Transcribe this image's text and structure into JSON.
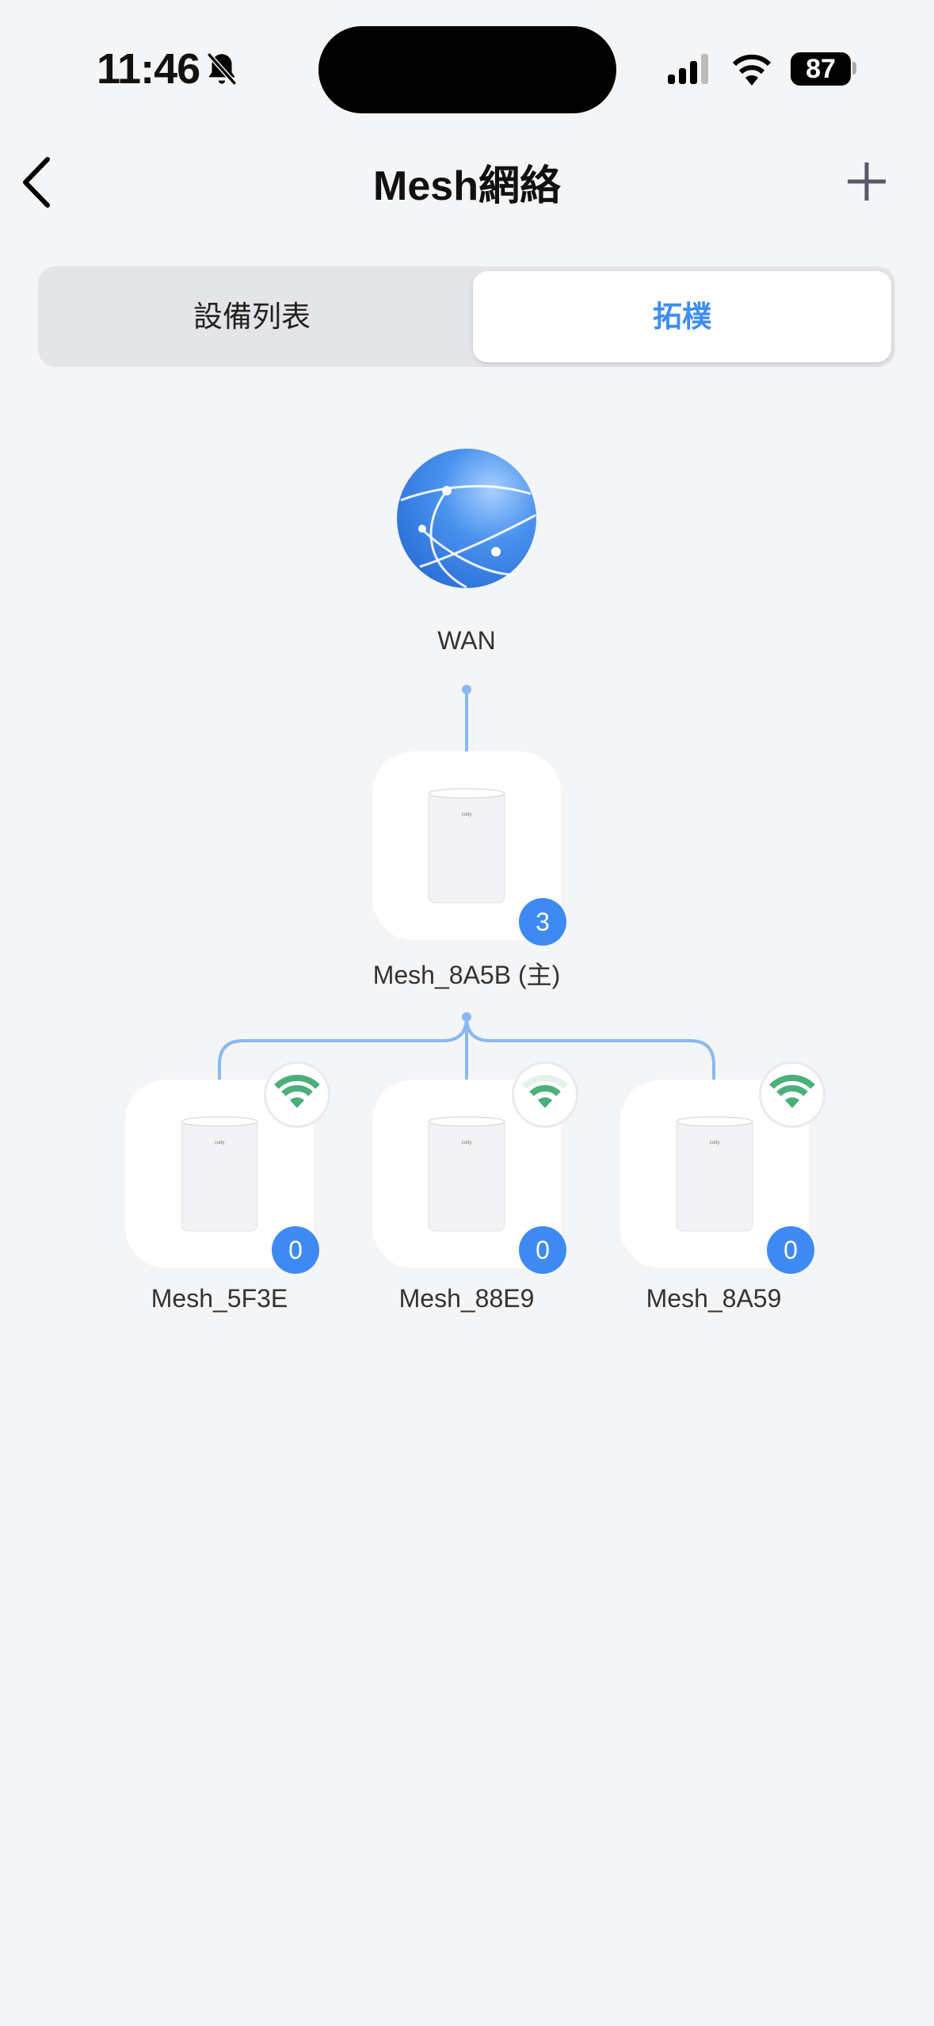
{
  "status_bar": {
    "time": "11:46",
    "battery": "87",
    "icons": [
      "bell-slash-icon",
      "signal-icon",
      "wifi-icon",
      "battery-icon"
    ]
  },
  "header": {
    "title": "Mesh網絡",
    "back_icon": "chevron-left-icon",
    "add_icon": "plus-icon"
  },
  "tabs": [
    {
      "label": "設備列表",
      "selected": false
    },
    {
      "label": "拓樸",
      "selected": true
    }
  ],
  "topology": {
    "wan": {
      "label": "WAN"
    },
    "main": {
      "name": "Mesh_8A5B (主)",
      "clients": "3"
    },
    "nodes": [
      {
        "name": "Mesh_5F3E",
        "clients": "0",
        "signal": 3
      },
      {
        "name": "Mesh_88E9",
        "clients": "0",
        "signal": 2
      },
      {
        "name": "Mesh_8A59",
        "clients": "0",
        "signal": 3
      }
    ]
  },
  "colors": {
    "accent": "#3e8df0",
    "badge": "#3e8af2",
    "line": "#8ab8ee",
    "signal": "#4caf7a",
    "signal_weak": "#e3f3ea"
  }
}
